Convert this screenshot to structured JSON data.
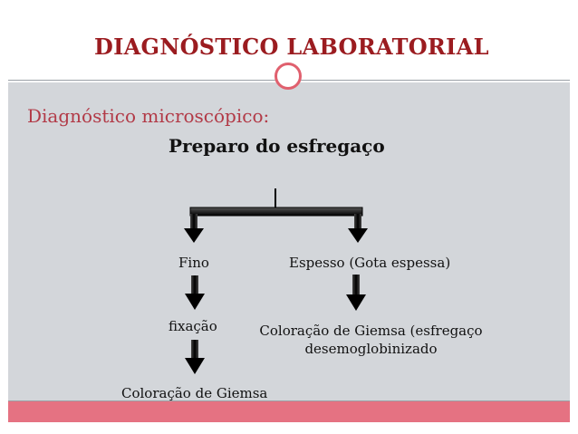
{
  "slide": {
    "title": "DIAGNÓSTICO LABORATORIAL",
    "subtitle": "Diagnóstico microscópico:",
    "heading": "Preparo do esfregaço"
  },
  "flow": {
    "left_branch": "Fino",
    "right_branch": "Espesso (Gota espessa)",
    "left_step1": "fixação",
    "left_step2": "Coloração de Giemsa",
    "right_step1": "Coloração de Giemsa (esfregaço desemoglobinizado"
  },
  "colors": {
    "title": "#9b1c20",
    "subtitle": "#b23a47",
    "panel": "#d3d6da",
    "footer": "#e57282",
    "circle": "#e0606e"
  }
}
